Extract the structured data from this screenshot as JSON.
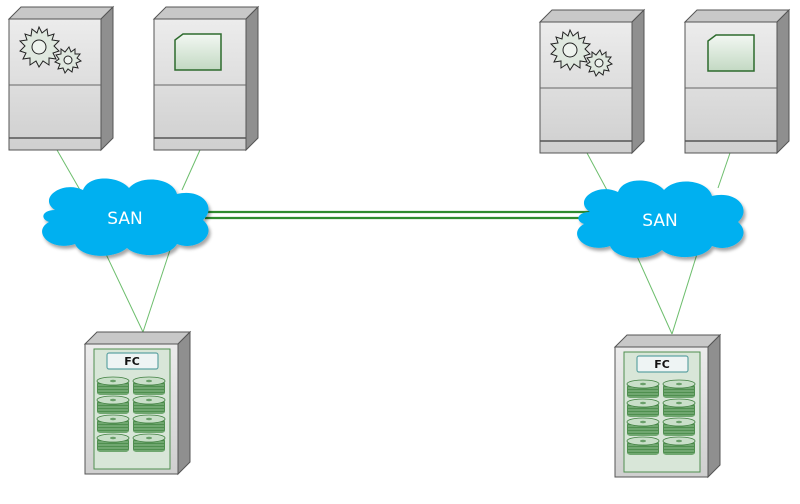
{
  "diagram": {
    "sites": [
      {
        "cloud_label": "SAN",
        "storage_label": "FC",
        "servers": [
          {
            "icon": "gears-icon"
          },
          {
            "icon": "document-card-icon"
          }
        ]
      },
      {
        "cloud_label": "SAN",
        "storage_label": "FC",
        "servers": [
          {
            "icon": "gears-icon"
          },
          {
            "icon": "document-card-icon"
          }
        ]
      }
    ],
    "colors": {
      "cloud": "#00B0F0",
      "link": "#2E8B2E",
      "thin_link": "#6DBE6D",
      "server_face": "#D9D9D9",
      "server_side": "#A6A6A6"
    }
  }
}
